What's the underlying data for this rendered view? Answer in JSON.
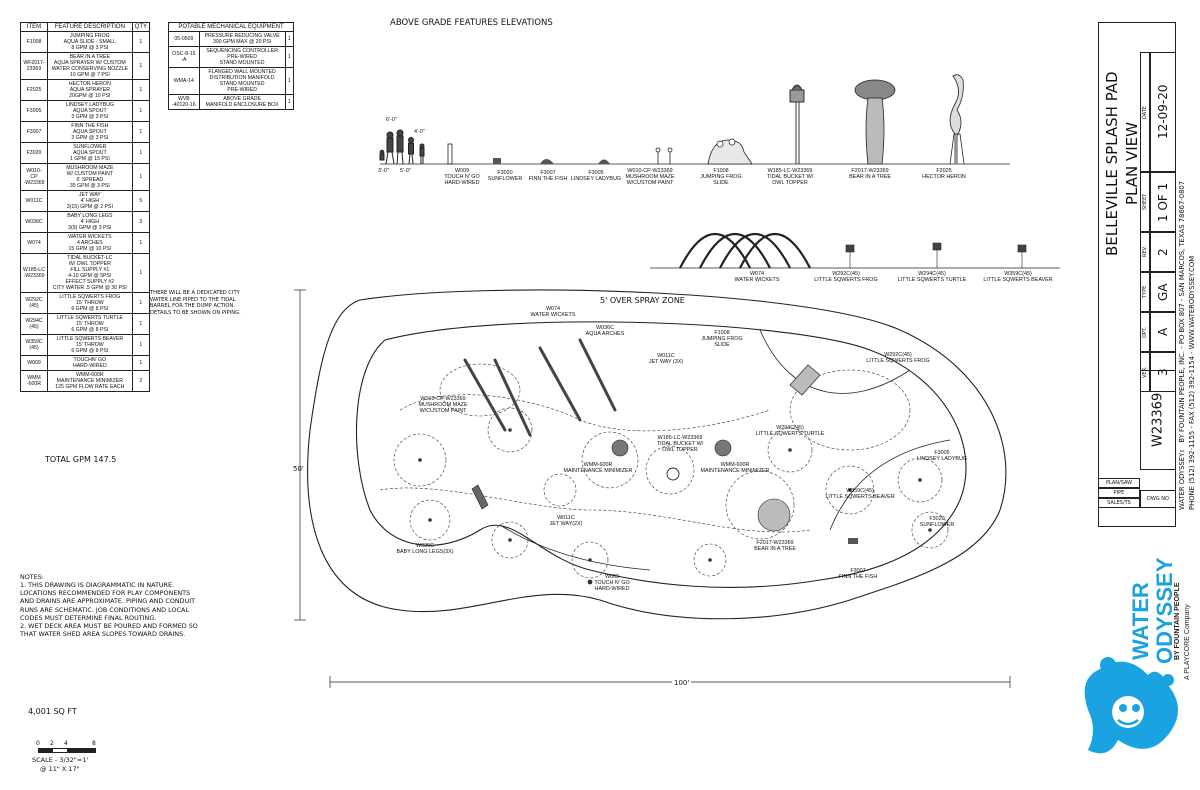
{
  "feature_table": {
    "headers": [
      "ITEM",
      "FEATURE DESCRIPTION",
      "QTY"
    ],
    "rows": [
      {
        "item": "F1008",
        "desc": "JUMPING FROG\nAQUA SLIDE - SMALL\n8 GPM @ 3 PSI",
        "qty": "1"
      },
      {
        "item": "WF2017-\n23369",
        "desc": "BEAR IN A TREE\nAQUA SPRAYER W/ CUSTOM\nWATER CONSERVING NOZZLE\n10 GPM @ 7 PSI",
        "qty": "1"
      },
      {
        "item": "F2025",
        "desc": "HECTOR HERON\nAQUA SPRAYER\n20GPM @ 10 PSI",
        "qty": "1"
      },
      {
        "item": "F3005",
        "desc": "LINDSEY LADYBUG\nAQUA SPOUT\n3 GPM @ 3 PSI",
        "qty": "1"
      },
      {
        "item": "F3007",
        "desc": "FINN THE FISH\nAQUA SPOUT\n3 GPM @ 3 PSI",
        "qty": "1"
      },
      {
        "item": "F3020",
        "desc": "SUNFLOWER\nAQUA SPOUT\n1 GPM @ 15 PSI",
        "qty": "1"
      },
      {
        "item": "W010-CP\n-W23369",
        "desc": "MUSHROOM MAZE\nW/ CUSTOM PAINT\n6' SPREAD\n35 GPM @ 3 PSI",
        "qty": "1"
      },
      {
        "item": "W011C",
        "desc": "JET WAY\n4' HIGH\n3(15) GPM @ 2 PSI",
        "qty": "5"
      },
      {
        "item": "W036C",
        "desc": "BABY LONG LEGS\n4' HIGH\n3(9) GPM @ 3 PSI",
        "qty": "3"
      },
      {
        "item": "W074",
        "desc": "WATER WICKETS\n4 ARCHES\n15 GPM @ 10 PSI",
        "qty": "1"
      },
      {
        "item": "W185-LC\n-W23369",
        "desc": "TIDAL BUCKET-LC\nW/ OWL TOPPER\nFILL SUPPLY #1\n4-10 GPM @ 5PSI\nEFFECT SUPPLY #2\nCITY WATER .5 GPM @ 30 PSI",
        "qty": "1"
      },
      {
        "item": "W292C\n(45)",
        "desc": "LITTLE SQWERTS FROG\n15' THROW\n6 GPM @ 8 PSI",
        "qty": "1"
      },
      {
        "item": "W294C\n(45)",
        "desc": "LITTLE SQWERTS TURTLE\n15' THROW\n6 GPM @ 8 PSI",
        "qty": "1"
      },
      {
        "item": "W359C\n(45)",
        "desc": "LITTLE SQWERTS BEAVER\n15' THROW\n6 GPM @ 8 PSI",
        "qty": "1"
      },
      {
        "item": "W009",
        "desc": "TOUCHN' GO\nHARD-WIRED",
        "qty": "1"
      },
      {
        "item": "WMM\n-600R",
        "desc": "WMM-600R\nMAINTENANCE MINIMIZER\n125 GPM FLOW RATE EACH",
        "qty": "2"
      }
    ],
    "total": "TOTAL GPM 147.5"
  },
  "mech_table": {
    "header": "POTABLE MECHANICAL EQUIPMENT",
    "rows": [
      {
        "item": "05-0509",
        "desc": "PRESSURE REDUCING VALVE\n300 GPM MAX @ 20 PSI",
        "qty": "1"
      },
      {
        "item": "OSC-8-16\n-A",
        "desc": "SEQUENCING CONTROLLER\nPRE-WIRED\nSTAND MOUNTED",
        "qty": "1"
      },
      {
        "item": "WMA-14",
        "desc": "FLANGED WALL MOUNTED\nDISTRIBUTION MANIFOLD\nSTAND MOUNTED\nPRE-WIRED",
        "qty": "1"
      },
      {
        "item": "WVB\n-40120-16",
        "desc": "ABOVE GRADE\nMANIFOLD ENCLOSURE BOX",
        "qty": "1"
      }
    ]
  },
  "city_water_note": "THERE WILL BE A DEDICATED CITY\nWATER LINE PIPED TO THE TIDAL\nBARREL FOR THE DUMP ACTION.\nDETAILS TO BE SHOWN ON PIPING.",
  "elevations": {
    "title": "ABOVE GRADE FEATURES ELEVATIONS",
    "scale_figures": {
      "h1": "6'-0\"",
      "h2": "4'-0\"",
      "b1": "3'-0\"",
      "b2": "5'-0\""
    },
    "features": [
      {
        "code": "W009",
        "name": "TOUCH N' GO\nHARD-WIRED"
      },
      {
        "code": "F3020",
        "name": "SUNFLOWER"
      },
      {
        "code": "F3007",
        "name": "FINN THE FISH"
      },
      {
        "code": "F3005",
        "name": "LINDSEY LADYBUG"
      },
      {
        "code": "W010-CP-W23369",
        "name": "MUSHROOM MAZE\nW/CUSTOM PAINT"
      },
      {
        "code": "F1008",
        "name": "JUMPING FROG\nSLIDE"
      },
      {
        "code": "W185-LC-W23369",
        "name": "TIDAL BUCKET W/\nOWL TOPPER"
      },
      {
        "code": "F2017-W23369",
        "name": "BEAR IN A TREE"
      },
      {
        "code": "F2025",
        "name": "HECTOR HERON"
      }
    ],
    "row2": [
      {
        "code": "W074",
        "name": "WATER WICKETS"
      },
      {
        "code": "W292C(45)",
        "name": "LITTLE SQWERTS FROG"
      },
      {
        "code": "W294C(45)",
        "name": "LITTLE SQWERTS TURTLE"
      },
      {
        "code": "W359C(45)",
        "name": "LITTLE SQWERTS BEAVER"
      }
    ]
  },
  "plan": {
    "spray_zone": "5' OVER SPRAY ZONE",
    "dim_height": "50'",
    "dim_width": "100'",
    "labels": {
      "w074": "W074\nWATER WICKETS",
      "w036a": "W036C\nAQUA ARCHES",
      "w011a": "W011C\nJET WAY (3X)",
      "f1008": "F1008\nJUMPING FROG\nSLIDE",
      "w292": "W292C(45)\nLITTLE SQWERTS FROG",
      "w010": "W010-CP-W23369\nMUSHROOM MAZE\nW/CUSTOM PAINT",
      "w185": "W185-LC-W23369\nTIDAL BUCKET W/\nOWL TOPPER",
      "wmm1": "WMM-600R\nMAINTENANCE MINIMIZER",
      "wmm2": "WMM-600R\nMAINTENANCE MINIMIZER",
      "w294": "W294C(45)\nLITTLE SQWERTS TURTLE",
      "f3005": "F3005\nLINDSEY LADYBUG",
      "w359": "W359C(45)\nLITTLE SQWERTS BEAVER",
      "w011b": "W011C\nJET WAY(2X)",
      "f3020": "F3020\nSUNFLOWER",
      "w036b": "W036C\nBABY LONG LEGS(3X)",
      "f2017": "F2017-W23369\nBEAR IN A TREE",
      "f3007": "F3007\nFINN THE FISH",
      "w009": "W009\nTOUCH N' GO\nHARD-WIRED"
    }
  },
  "notes": {
    "title": "NOTES:",
    "items": "1. THIS DRAWING IS DIAGRAMMATIC IN NATURE.\nLOCATIONS RECOMMENDED FOR PLAY COMPONENTS\nAND DRAINS ARE APPROXIMATE. PIPING AND CONDUIT\nRUNS ARE SCHEMATIC. JOB CONDITIONS AND LOCAL\nCODES MUST DETERMINE FINAL ROUTING.\n2. WET DECK AREA MUST BE POURED AND FORMED SO\nTHAT WATER SHED AREA SLOPES TOWARD DRAINS."
  },
  "area": "4,001 SQ FT",
  "scale": {
    "ticks": [
      "0",
      "2",
      "4",
      "8"
    ],
    "label": "SCALE - 3/32\"=1'",
    "sheet": "@ 11\" x 17\""
  },
  "title_block": {
    "project": "BELLEVILLE SPLASH PAD",
    "view": "PLAN VIEW",
    "job": "W23369",
    "ver_label": "VER.",
    "ver": "3",
    "opt_label": "OPT.",
    "opt": "A",
    "type_label": "TYPE",
    "type": "GA",
    "rev_label": "REV.",
    "rev": "2",
    "sheet_label": "SHEET",
    "sheet": "1 of 1",
    "date_label": "DATE",
    "date": "12-09-20",
    "plan_label": "PLAN/SAW",
    "pipe_label": "PIPE",
    "sales_label": "SALES/TS",
    "dwg_label": "DWG NO",
    "company_line1": "Water Odyssey™ by Fountain People, Inc. - PO Box 807 - San Marcos, Texas 78667-0807",
    "company_line2": "Phone (512) 392-1155 - Fax (512) 392-1154 - www.waterodyssey.com"
  },
  "logo": {
    "line1": "WATER",
    "line2": "ODYSSEY",
    "line3": "BY FOUNTAIN PEOPLE",
    "line4": "A PLAYCORE Company",
    "color": "#1aa3e0"
  }
}
